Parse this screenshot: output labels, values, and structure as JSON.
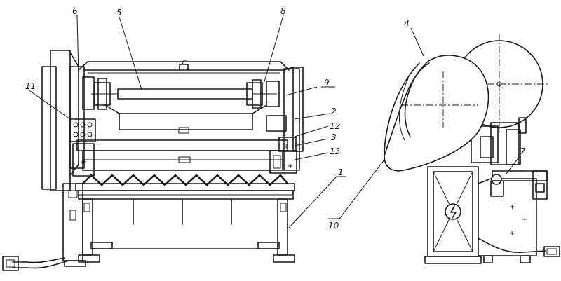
{
  "callouts": {
    "c6": "6",
    "c5": "5",
    "c8": "8",
    "c11": "11",
    "c9": "9",
    "c2": "2",
    "c12": "12",
    "c3": "3",
    "c13": "13",
    "c1": "1",
    "c4": "4",
    "c7": "7",
    "c10": "10"
  }
}
